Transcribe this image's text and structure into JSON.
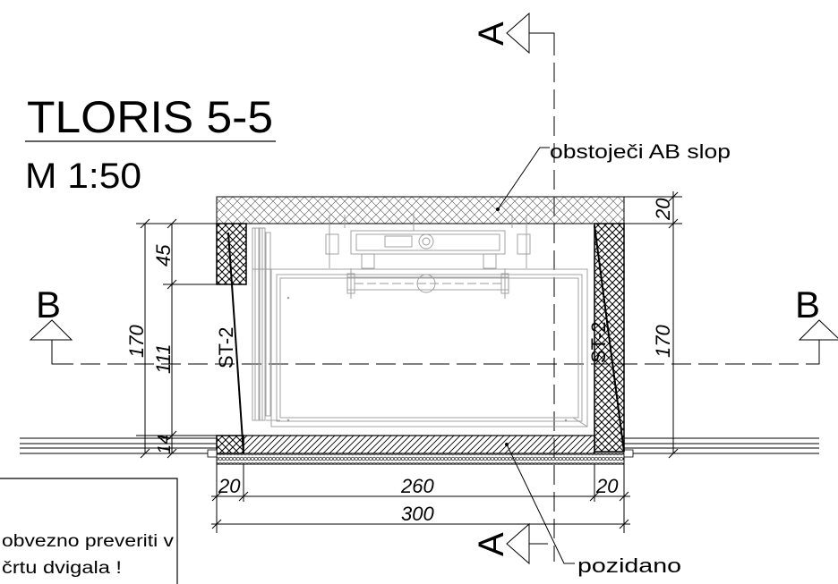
{
  "title": {
    "main": "TLORIS 5-5",
    "scale": "M 1:50"
  },
  "labels": {
    "slab": "obstoječi AB slop",
    "walled": "pozidano",
    "wall_left": "ST-2",
    "wall_right": "ST-2"
  },
  "sections": {
    "a_top": "A",
    "a_bottom": "A",
    "b_left": "B",
    "b_right": "B"
  },
  "dimensions": {
    "left_top": "45",
    "left_total": "170",
    "left_mid": "111",
    "left_bottom": "14",
    "right_top": "20",
    "right_total": "170",
    "bottom_left": "20",
    "bottom_mid": "260",
    "bottom_right": "20",
    "bottom_total": "300"
  },
  "note": {
    "line1": "obvezno preveriti v",
    "line2": "črtu dvigala !"
  }
}
